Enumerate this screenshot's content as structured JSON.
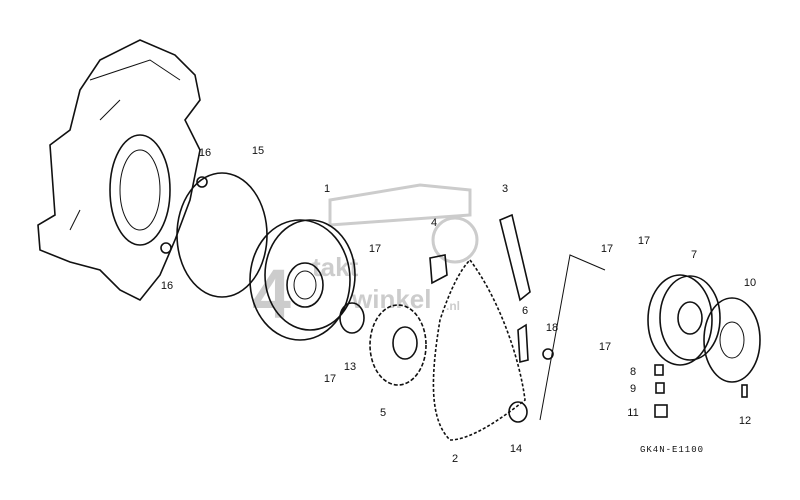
{
  "diagram": {
    "part_labels": [
      "15",
      "16",
      "16",
      "1",
      "17",
      "17",
      "13",
      "5",
      "4",
      "3",
      "6",
      "18",
      "2",
      "14",
      "17",
      "17",
      "7",
      "10",
      "17",
      "8",
      "9",
      "11",
      "12"
    ],
    "drawing_code": "GK4N-E1100",
    "watermark": {
      "number": "4",
      "line1": "takt",
      "line2": "winkel",
      "suffix": ".nl"
    }
  }
}
